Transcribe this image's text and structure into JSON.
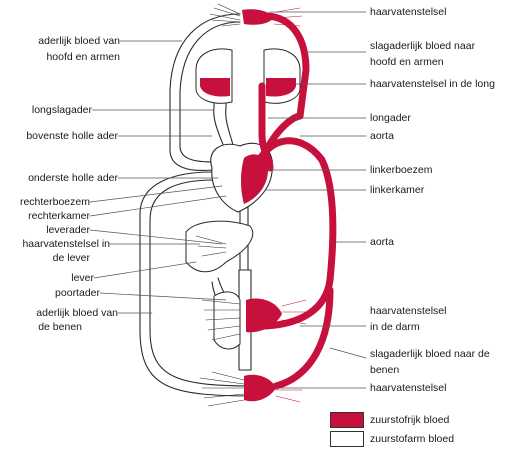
{
  "colors": {
    "oxygen_rich": "#c8103c",
    "oxygen_poor": "#ffffff",
    "outline": "#2a2a2a",
    "leader": "#555555"
  },
  "labels_left": {
    "aderlijk_hoofd_1": "aderlijk bloed van",
    "aderlijk_hoofd_2": "hoofd en armen",
    "longslagader": "longslagader",
    "bovenste_holle_ader": "bovenste holle ader",
    "onderste_holle_ader": "onderste holle ader",
    "rechterboezem": "rechterboezem",
    "rechterkamer": "rechterkamer",
    "leverader": "leverader",
    "haarvaten_lever_1": "haarvatenstelsel in",
    "haarvaten_lever_2": "de lever",
    "lever": "lever",
    "poortader": "poortader",
    "aderlijk_benen_1": "aderlijk bloed van",
    "aderlijk_benen_2": "de benen"
  },
  "labels_right": {
    "haarvaten_top": "haarvatenstelsel",
    "slagaderlijk_hoofd_1": "slagaderlijk bloed naar",
    "slagaderlijk_hoofd_2": "hoofd en armen",
    "haarvaten_long": "haarvatenstelsel in de long",
    "longader": "longader",
    "aorta_1": "aorta",
    "linkerboezem": "linkerboezem",
    "linkerkamer": "linkerkamer",
    "aorta_2": "aorta",
    "haarvaten_darm_1": "haarvatenstelsel",
    "haarvaten_darm_2": "in de darm",
    "slagaderlijk_benen_1": "slagaderlijk bloed naar de",
    "slagaderlijk_benen_2": "benen",
    "haarvaten_bottom": "haarvatenstelsel"
  },
  "legend": {
    "oxygen_rich": "zuurstofrijk bloed",
    "oxygen_poor": "zuurstofarm bloed"
  }
}
